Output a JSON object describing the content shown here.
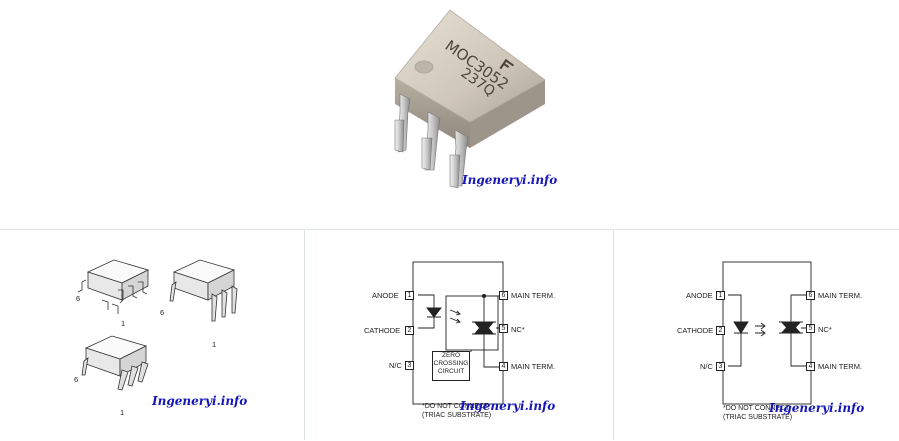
{
  "top": {
    "chip_marking_line1": "MOC3052",
    "chip_marking_line2": "237Q",
    "watermark": "Ingeneryi.info"
  },
  "packages_panel": {
    "pin6_labels": [
      "6",
      "6",
      "6"
    ],
    "pin1_labels": [
      "1",
      "1",
      "1"
    ],
    "watermark": "Ingeneryi.info"
  },
  "schematic_zero_crossing": {
    "left_labels": [
      "ANODE",
      "CATHODE",
      "N/C"
    ],
    "left_pins": [
      "1",
      "2",
      "3"
    ],
    "right_labels": [
      "MAIN TERM.",
      "NC*",
      "MAIN TERM."
    ],
    "right_pins": [
      "6",
      "5",
      "4"
    ],
    "zc_box": [
      "ZERO",
      "CROSSING",
      "CIRCUIT"
    ],
    "note_line1": "*DO NOT CONNECT",
    "note_line2": "(TRIAC SUBSTRATE)",
    "watermark": "Ingeneryi.info"
  },
  "schematic_random_phase": {
    "left_labels": [
      "ANODE",
      "CATHODE",
      "N/C"
    ],
    "left_pins": [
      "1",
      "2",
      "3"
    ],
    "right_labels": [
      "MAIN TERM.",
      "NC*",
      "MAIN TERM."
    ],
    "right_pins": [
      "6",
      "5",
      "4"
    ],
    "note_line1": "*DO NOT CONNECT",
    "note_line2": "(TRIAC SUBSTRATE)",
    "watermark": "Ingeneryi.info"
  }
}
